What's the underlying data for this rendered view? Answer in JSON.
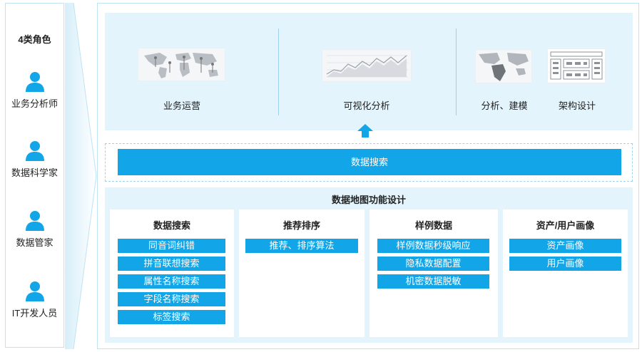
{
  "roles": {
    "title": "4类角色",
    "items": [
      {
        "label": "业务分析师",
        "icon": "user-icon"
      },
      {
        "label": "数据科学家",
        "icon": "user-icon"
      },
      {
        "label": "数据管家",
        "icon": "user-icon"
      },
      {
        "label": "IT开发人员",
        "icon": "user-icon"
      }
    ]
  },
  "apps": {
    "business": "业务运营",
    "visual": "可视化分析",
    "modeling": "分析、建模",
    "architecture": "架构设计"
  },
  "search_bar": "数据搜索",
  "function_design": {
    "title": "数据地图功能设计",
    "cards": [
      {
        "title": "数据搜索",
        "tags": [
          "同音词纠错",
          "拼音联想搜索",
          "属性名称搜索",
          "字段名称搜索",
          "标签搜索"
        ]
      },
      {
        "title": "推荐排序",
        "tags": [
          "推荐、排序算法"
        ]
      },
      {
        "title": "样例数据",
        "tags": [
          "样例数据秒级响应",
          "隐私数据配置",
          "机密数据脱敏"
        ]
      },
      {
        "title": "资产/用户画像",
        "tags": [
          "资产画像",
          "用户画像"
        ]
      }
    ]
  },
  "colors": {
    "accent": "#12a6e8",
    "panel": "#e4f4fc",
    "border": "#bfe3f3"
  }
}
